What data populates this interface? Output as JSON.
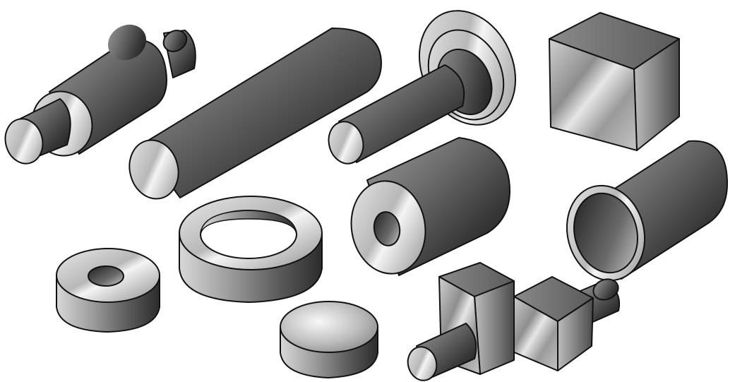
{
  "image": {
    "background": "#ffffff",
    "subject": "metal-stock-shapes",
    "objects": [
      "stepped-shaft",
      "long-round-bar",
      "flanged-shaft",
      "cube-block",
      "thick-bushing",
      "round-tube",
      "large-ring",
      "small-washer",
      "round-disc",
      "double-block-shaft"
    ]
  }
}
